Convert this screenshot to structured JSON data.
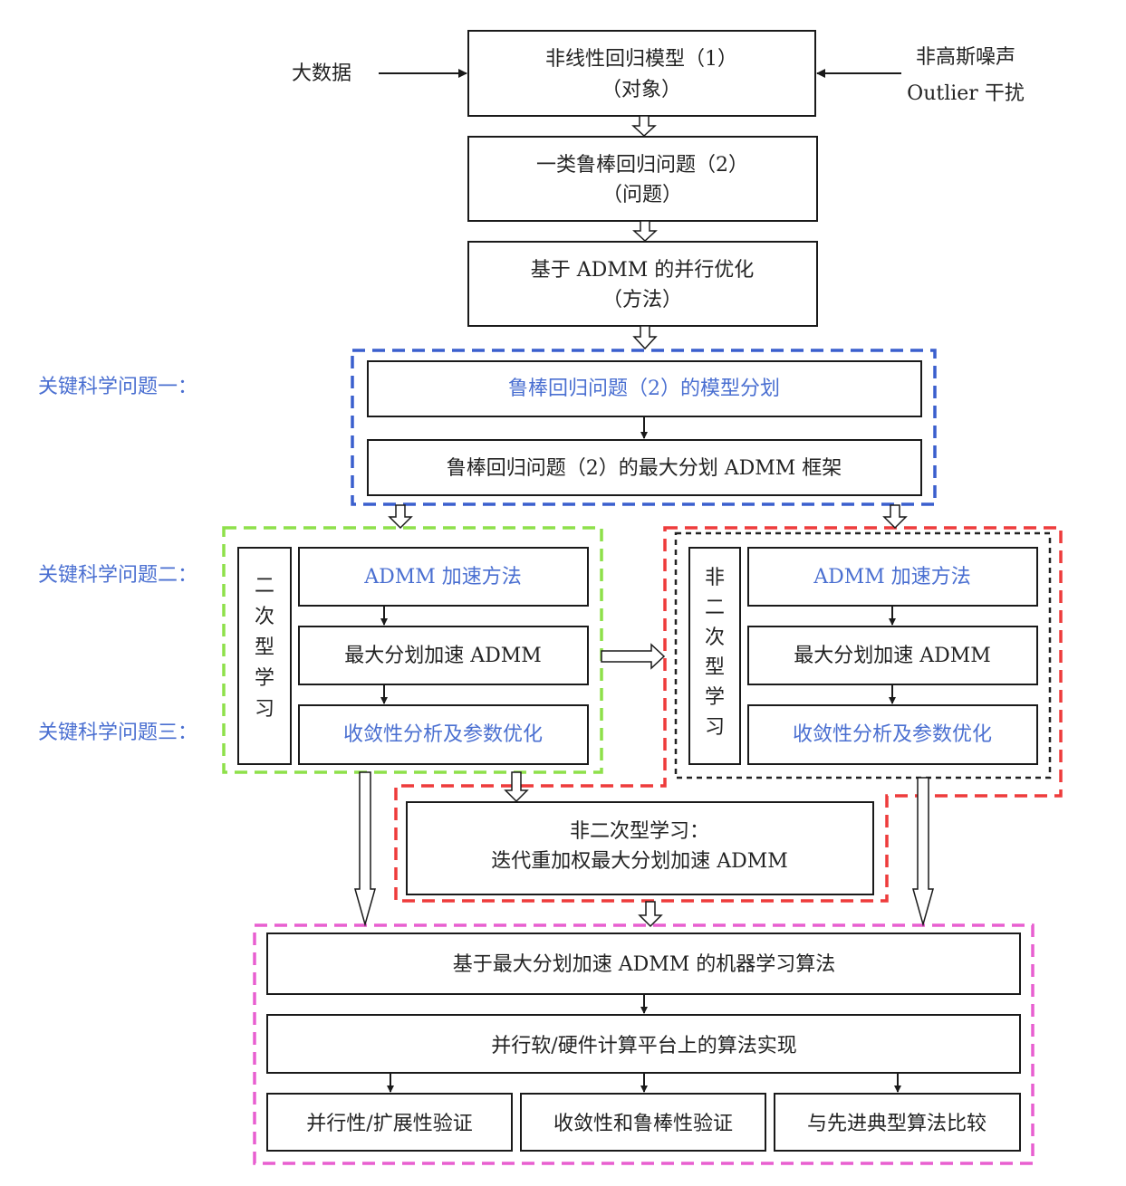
{
  "colors": {
    "blue_frame": "#3a5fcd",
    "green_frame": "#8ee04a",
    "red_frame": "#ee3b3b",
    "black_frame": "#222222",
    "pink_frame": "#e85fd0",
    "blue_text": "#4a6fd1"
  },
  "inputs": {
    "left": "大数据",
    "right_line1": "非高斯噪声",
    "right_line2": "Outlier 干扰"
  },
  "main": {
    "box1_line1": "非线性回归模型（1）",
    "box1_line2": "（对象）",
    "box2_line1": "一类鲁棒回归问题（2）",
    "box2_line2": "（问题）",
    "box3_line1": "基于 ADMM 的并行优化",
    "box3_line2": "（方法）"
  },
  "questions": {
    "q1": "关键科学问题一：",
    "q2": "关键科学问题二：",
    "q3": "关键科学问题三："
  },
  "blue_section": {
    "item1": "鲁棒回归问题（2）的模型分划",
    "item2": "鲁棒回归问题（2）的最大分划 ADMM 框架"
  },
  "quadratic": {
    "side_label": [
      "二",
      "次",
      "型",
      "学",
      "习"
    ],
    "item1": "ADMM 加速方法",
    "item2": "最大分划加速 ADMM",
    "item3": "收敛性分析及参数优化"
  },
  "nonquadratic": {
    "side_label": [
      "非",
      "二",
      "次",
      "型",
      "学",
      "习"
    ],
    "item1": "ADMM 加速方法",
    "item2": "最大分划加速 ADMM",
    "item3": "收敛性分析及参数优化"
  },
  "reweighted": {
    "line1": "非二次型学习：",
    "line2": "迭代重加权最大分划加速 ADMM"
  },
  "bottom": {
    "item1": "基于最大分划加速 ADMM 的机器学习算法",
    "item2": "并行软/硬件计算平台上的算法实现",
    "leaf1": "并行性/扩展性验证",
    "leaf2": "收敛性和鲁棒性验证",
    "leaf3": "与先进典型算法比较"
  }
}
